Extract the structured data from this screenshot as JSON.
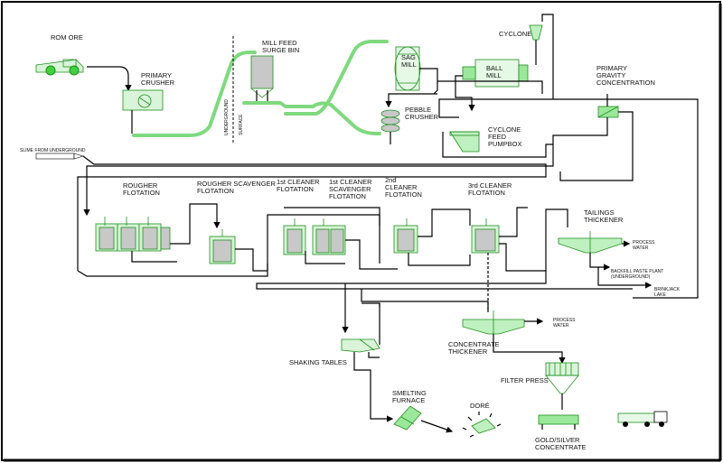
{
  "labels": {
    "rom_ore": "ROM ORE",
    "primary_crusher": "PRIMARY\nCRUSHER",
    "mill_feed_surge_bin": "MILL FEED\nSURGE BIN",
    "underground": "UNDERGROUND",
    "surface": "SURFACE",
    "sag_mill": "SAG\nMILL",
    "ball_mill": "BALL\nMILL",
    "cyclone": "CYCLONE",
    "primary_gravity_concentration": "PRIMARY\nGRAVITY\nCONCENTRATION",
    "pebble_crusher": "PEBBLE\nCRUSHER",
    "cyclone_feed_pumpbox": "CYCLONE\nFEED\nPUMPBOX",
    "slime_from_underground": "SLIME FROM UNDERGROUND",
    "rougher_flotation": "ROUGHER\nFLOTATION",
    "rougher_scavenger_flotation": "ROUGHER SCAVENGER\nFLOTATION",
    "first_cleaner_flotation": "1st CLEANER\nFLOTATION",
    "first_cleaner_scavenger_flotation": "1st CLEANER\nSCAVENGER\nFLOTATION",
    "second_cleaner_flotation": "2nd\nCLEANER\nFLOTATION",
    "third_cleaner_flotation": "3rd CLEANER\nFLOTATION",
    "tailings_thickener": "TAILINGS\nTHICKENER",
    "process_water_1": "PROCESS\nWATER",
    "backfill_paste_plant": "BACKFILL PASTE PLANT\n(UNDERGROUND)",
    "brinkjack_lake": "BRINKJACK\nLAKE",
    "process_water_2": "PROCESS\nWATER",
    "concentrate_thickener": "CONCENTRATE\nTHICKENER",
    "shaking_tables": "SHAKING TABLES",
    "filter_press": "FILTER PRESS",
    "smelting_furnace": "SMELTING\nFURNACE",
    "dore": "DORÉ",
    "gold_silver_concentrate": "GOLD/SILVER\nCONCENTRATE"
  },
  "colors": {
    "equipment_fill": "#9be89b",
    "equipment_stroke": "#1f8f1f",
    "tank_fill": "#c8c8c8",
    "flow_line": "#000000",
    "background": "#ffffff"
  }
}
